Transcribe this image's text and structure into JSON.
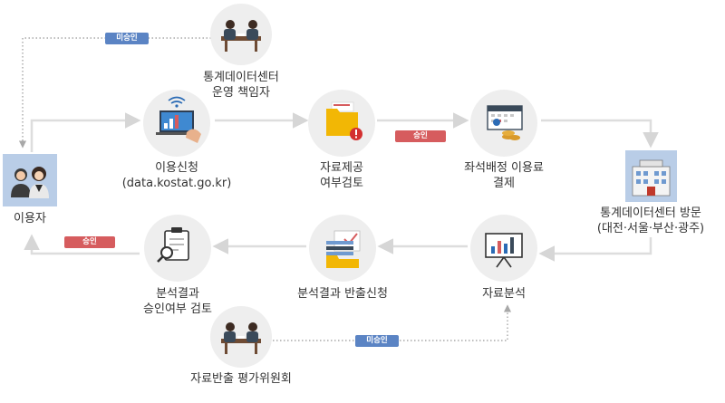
{
  "colors": {
    "circle": "#eeeeee",
    "arrow": "#dddddd",
    "dotted": "#a8a8a8",
    "approved_badge": "#d65c5e",
    "rejected_badge": "#5b84c4",
    "user_box": "#b9cde7",
    "building_box": "#b9cde7"
  },
  "nodes": {
    "user": {
      "label": "이용자",
      "icon": "users-icon"
    },
    "center_manager": {
      "line1": "통계데이터센터",
      "line2": "운영 책임자",
      "icon": "meeting-icon"
    },
    "apply": {
      "line1": "이용신청",
      "line2": "(data.kostat.go.kr)",
      "icon": "laptop-signal-icon"
    },
    "review": {
      "line1": "자료제공",
      "line2": "여부검토",
      "icon": "folder-alert-icon"
    },
    "payment": {
      "line1": "좌석배정 이용료",
      "line2": "결제",
      "icon": "calendar-coins-icon"
    },
    "visit": {
      "line1": "통계데이터센터 방문",
      "line2": "(대전·서울·부산·광주)",
      "icon": "building-icon"
    },
    "analysis": {
      "label": "자료분석",
      "icon": "chart-board-icon"
    },
    "export_request": {
      "label": "분석결과 반출신청",
      "icon": "documents-check-icon"
    },
    "export_review": {
      "line1": "분석결과",
      "line2": "승인여부 검토",
      "icon": "clipboard-search-icon"
    },
    "committee": {
      "label": "자료반출 평가위원회",
      "icon": "meeting-icon"
    }
  },
  "badges": {
    "top_rejected": "미승인",
    "review_approved": "승인",
    "return_approved": "승인",
    "bottom_rejected": "미승인"
  }
}
